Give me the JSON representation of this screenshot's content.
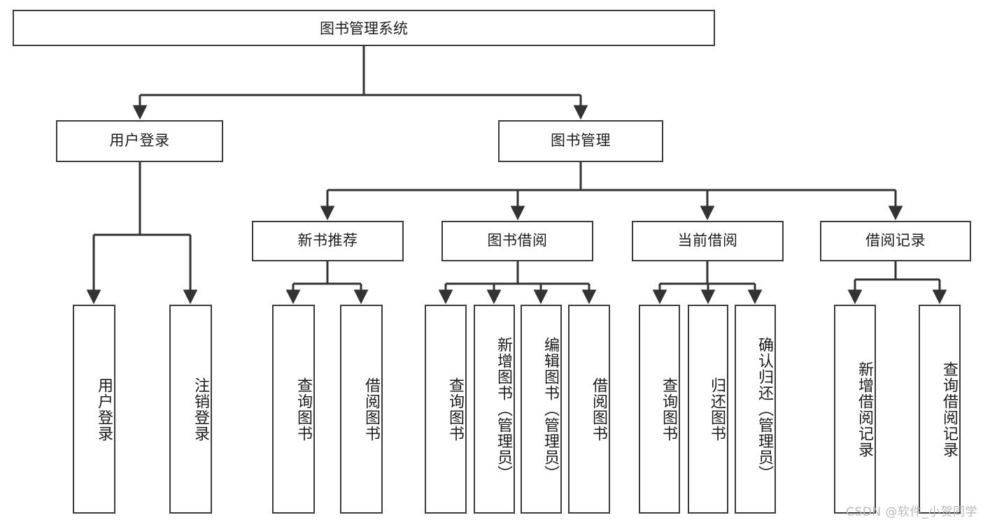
{
  "diagram": {
    "title": "图书管理系统",
    "type": "tree",
    "watermark": "CSDN @软件_小贺同学",
    "colors": {
      "box_border": "#3a3a3a",
      "box_fill": "#ffffff",
      "edge": "#333333",
      "text": "#1c1c1c",
      "watermark": "#b9b9b9",
      "background": "#ffffff"
    },
    "nodes": {
      "root": {
        "label": "图书管理系统"
      },
      "level2": [
        {
          "id": "user_login",
          "label": "用户登录"
        },
        {
          "id": "book_manage",
          "label": "图书管理"
        }
      ],
      "level3": [
        {
          "id": "new_book_rec",
          "label": "新书推荐"
        },
        {
          "id": "book_borrow",
          "label": "图书借阅"
        },
        {
          "id": "current_borrow",
          "label": "当前借阅"
        },
        {
          "id": "borrow_record",
          "label": "借阅记录"
        }
      ],
      "leaves": {
        "user_login": [
          {
            "id": "leaf_user_login",
            "label": "用户登录"
          },
          {
            "id": "leaf_user_logout",
            "label": "注销登录"
          }
        ],
        "new_book_rec": [
          {
            "id": "leaf_query_book_1",
            "label": "查询图书"
          },
          {
            "id": "leaf_borrow_book_1",
            "label": "借阅图书"
          }
        ],
        "book_borrow": [
          {
            "id": "leaf_query_book_2",
            "label": "查询图书"
          },
          {
            "id": "leaf_add_book",
            "label": "新增图书（管理员）"
          },
          {
            "id": "leaf_edit_book",
            "label": "编辑图书（管理员）"
          },
          {
            "id": "leaf_borrow_book_2",
            "label": "借阅图书"
          }
        ],
        "current_borrow": [
          {
            "id": "leaf_query_book_3",
            "label": "查询图书"
          },
          {
            "id": "leaf_return_book",
            "label": "归还图书"
          },
          {
            "id": "leaf_confirm_return",
            "label": "确认归还（管理员）"
          }
        ],
        "borrow_record": [
          {
            "id": "leaf_add_record",
            "label": "新增借阅记录"
          },
          {
            "id": "leaf_query_record",
            "label": "查询借阅记录"
          }
        ]
      }
    }
  }
}
